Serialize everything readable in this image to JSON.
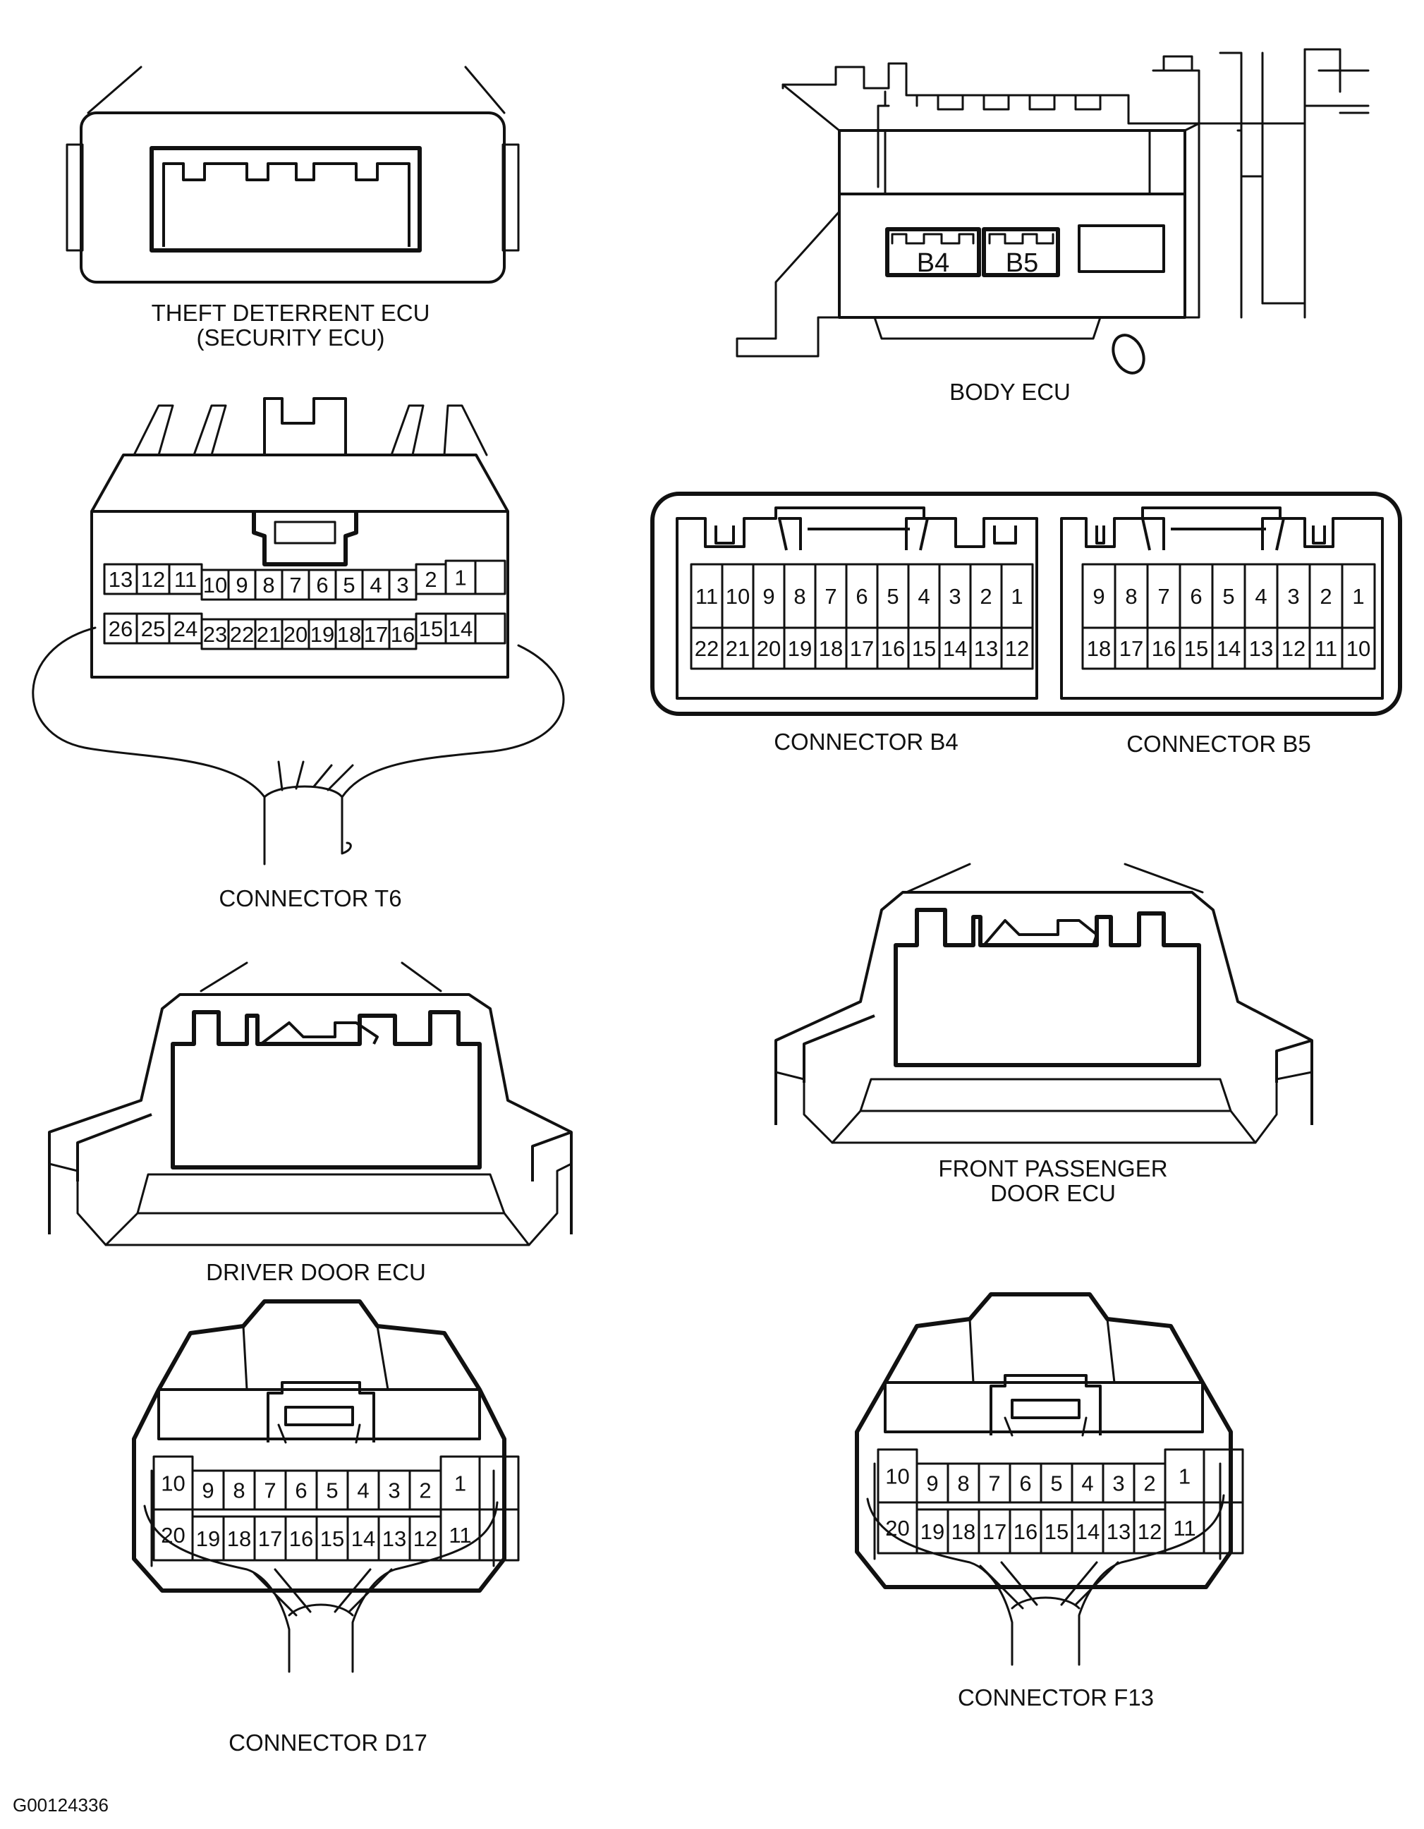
{
  "theft_ecu": {
    "caption_line1": "THEFT DETERRENT ECU",
    "caption_line2": "(SECURITY ECU)"
  },
  "body_ecu": {
    "caption": "BODY ECU",
    "slot_b4": "B4",
    "slot_b5": "B5"
  },
  "connector_t6": {
    "caption": "CONNECTOR T6",
    "row1": [
      "13",
      "12",
      "11",
      "10",
      "9",
      "8",
      "7",
      "6",
      "5",
      "4",
      "3",
      "2",
      "1"
    ],
    "row2": [
      "26",
      "25",
      "24",
      "23",
      "22",
      "21",
      "20",
      "19",
      "18",
      "17",
      "16",
      "15",
      "14"
    ]
  },
  "connector_b4": {
    "caption": "CONNECTOR B4",
    "row1": [
      "11",
      "10",
      "9",
      "8",
      "7",
      "6",
      "5",
      "4",
      "3",
      "2",
      "1"
    ],
    "row2": [
      "22",
      "21",
      "20",
      "19",
      "18",
      "17",
      "16",
      "15",
      "14",
      "13",
      "12"
    ]
  },
  "connector_b5": {
    "caption": "CONNECTOR B5",
    "row1": [
      "9",
      "8",
      "7",
      "6",
      "5",
      "4",
      "3",
      "2",
      "1"
    ],
    "row2": [
      "18",
      "17",
      "16",
      "15",
      "14",
      "13",
      "12",
      "11",
      "10"
    ]
  },
  "driver_door_ecu": {
    "caption": "DRIVER DOOR ECU"
  },
  "front_passenger_door_ecu": {
    "caption_line1": "FRONT PASSENGER",
    "caption_line2": "DOOR ECU"
  },
  "connector_d17": {
    "caption": "CONNECTOR D17",
    "row1": [
      "10",
      "9",
      "8",
      "7",
      "6",
      "5",
      "4",
      "3",
      "2",
      "1"
    ],
    "row2": [
      "20",
      "19",
      "18",
      "17",
      "16",
      "15",
      "14",
      "13",
      "12",
      "11"
    ]
  },
  "connector_f13": {
    "caption": "CONNECTOR  F13",
    "row1": [
      "10",
      "9",
      "8",
      "7",
      "6",
      "5",
      "4",
      "3",
      "2",
      "1"
    ],
    "row2": [
      "20",
      "19",
      "18",
      "17",
      "16",
      "15",
      "14",
      "13",
      "12",
      "11"
    ]
  },
  "figure_id": "G00124336"
}
